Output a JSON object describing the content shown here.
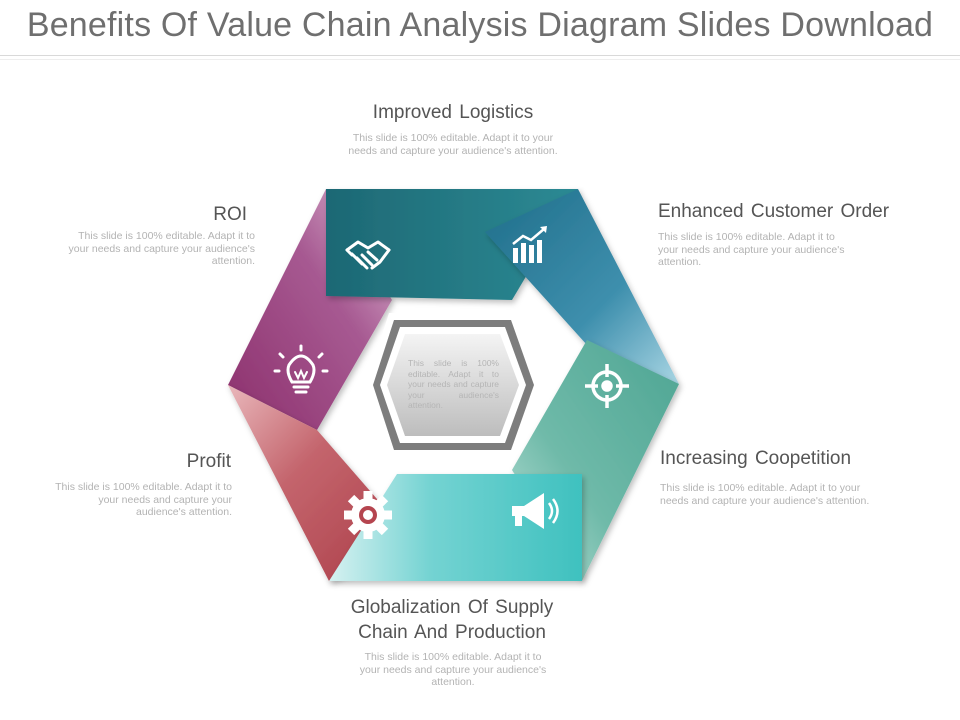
{
  "slide": {
    "title": "Benefits Of Value Chain Analysis Diagram Slides Download"
  },
  "colors": {
    "teal_dark": "#1f6f7a",
    "blue": "#2f7f9c",
    "green": "#5fb1a0",
    "aqua": "#4fc7c4",
    "red": "#b5454f",
    "purple": "#9b3a78",
    "center_gray": "#8d8d8d"
  },
  "center": {
    "text": "This slide is 100% editable. Adapt it to your needs and capture your audience's attention."
  },
  "segments": [
    {
      "label": "Improved Logistics",
      "text": "This slide is 100% editable. Adapt it to your needs and capture your audience's attention.",
      "icon": "handshake-icon"
    },
    {
      "label": "Enhanced Customer Order",
      "text": "This slide is 100% editable. Adapt it to your needs and capture your audience's attention.",
      "icon": "bar-chart-icon"
    },
    {
      "label": "Increasing Coopetition",
      "text": "This slide is 100% editable. Adapt it to your needs and capture your audience's attention.",
      "icon": "crosshair-icon"
    },
    {
      "label": "Globalization Of Supply Chain And Production",
      "text": "This slide is 100% editable. Adapt it to your needs and capture your audience's attention.",
      "icon": "megaphone-icon"
    },
    {
      "label": "Profit",
      "text": "This slide is 100% editable. Adapt it to your needs and capture your audience's attention.",
      "icon": "gear-icon"
    },
    {
      "label": "ROI",
      "text": "This slide is 100% editable. Adapt it to your needs and capture your audience's attention.",
      "icon": "lightbulb-icon"
    }
  ]
}
